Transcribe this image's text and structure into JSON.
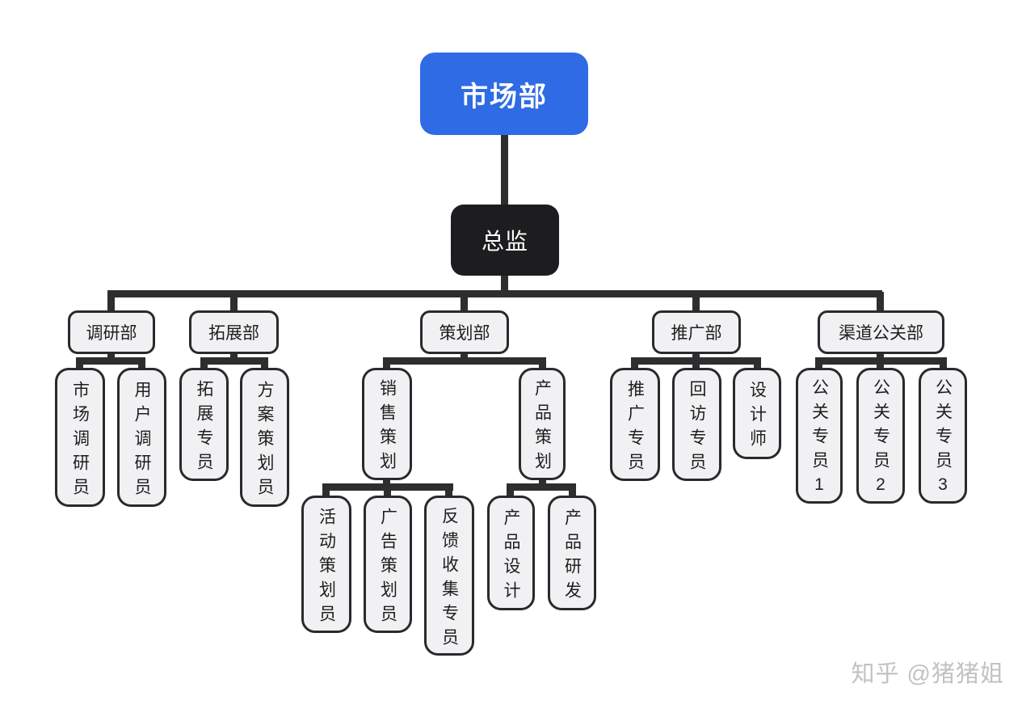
{
  "page": {
    "background": "#ffffff"
  },
  "colors": {
    "accent_blue": "#2e6be5",
    "node_dark": "#1d1d1f",
    "node_fill": "#f1f1f3",
    "node_border": "#2a2a2c",
    "connector": "#2e2e30",
    "watermark_gray": "#c2c2c5"
  },
  "org": {
    "root": {
      "label": "市场部"
    },
    "director": {
      "label": "总监"
    },
    "departments": [
      {
        "label": "调研部",
        "children": [
          {
            "label": "市场调研员"
          },
          {
            "label": "用户调研员"
          }
        ]
      },
      {
        "label": "拓展部",
        "children": [
          {
            "label": "拓展专员"
          },
          {
            "label": "方案策划员"
          }
        ]
      },
      {
        "label": "策划部",
        "children": [
          {
            "label": "销售策划",
            "children": [
              {
                "label": "活动策划员"
              },
              {
                "label": "广告策划员"
              },
              {
                "label": "反馈收集专员"
              }
            ]
          },
          {
            "label": "产品策划",
            "children": [
              {
                "label": "产品设计"
              },
              {
                "label": "产品研发"
              }
            ]
          }
        ]
      },
      {
        "label": "推广部",
        "children": [
          {
            "label": "推广专员"
          },
          {
            "label": "回访专员"
          },
          {
            "label": "设计师"
          }
        ]
      },
      {
        "label": "渠道公关部",
        "children": [
          {
            "label": "公关专员1"
          },
          {
            "label": "公关专员2"
          },
          {
            "label": "公关专员3"
          }
        ]
      }
    ]
  },
  "watermark": {
    "text": "知乎 @猪猪姐"
  }
}
